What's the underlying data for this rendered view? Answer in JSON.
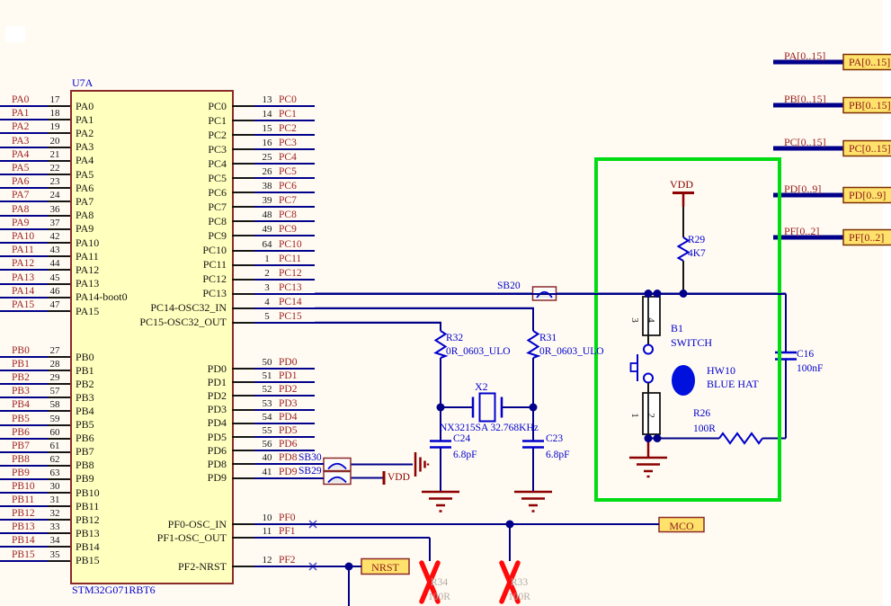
{
  "colors": {
    "background": "#FFFBF2",
    "wire": "#00008B",
    "pin_stub": "#151515",
    "net_text": "#9B1C1C",
    "designator_text": "#0000CD",
    "power_symbol": "#8B0000",
    "chip_fill": "#FFFFBE",
    "chip_border": "#8B2A2A",
    "highlight_green": "#00DC14",
    "tag_fill": "#FFE26B",
    "tag_border": "#7B3005",
    "no_fit_cross": "#FF0A0A",
    "gray_text": "#B3AAA4"
  },
  "chip": {
    "designator": "U7A",
    "part": "STM32G071RBT6",
    "pa": [
      {
        "net": "PA0",
        "num": "17",
        "name": "PA0"
      },
      {
        "net": "PA1",
        "num": "18",
        "name": "PA1"
      },
      {
        "net": "PA2",
        "num": "19",
        "name": "PA2"
      },
      {
        "net": "PA3",
        "num": "20",
        "name": "PA3"
      },
      {
        "net": "PA4",
        "num": "21",
        "name": "PA4"
      },
      {
        "net": "PA5",
        "num": "22",
        "name": "PA5"
      },
      {
        "net": "PA6",
        "num": "23",
        "name": "PA6"
      },
      {
        "net": "PA7",
        "num": "24",
        "name": "PA7"
      },
      {
        "net": "PA8",
        "num": "36",
        "name": "PA8"
      },
      {
        "net": "PA9",
        "num": "37",
        "name": "PA9"
      },
      {
        "net": "PA10",
        "num": "42",
        "name": "PA10"
      },
      {
        "net": "PA11",
        "num": "43",
        "name": "PA11"
      },
      {
        "net": "PA12",
        "num": "44",
        "name": "PA12"
      },
      {
        "net": "PA13",
        "num": "45",
        "name": "PA13"
      },
      {
        "net": "PA14",
        "num": "46",
        "name": "PA14-boot0"
      },
      {
        "net": "PA15",
        "num": "47",
        "name": "PA15"
      }
    ],
    "pb": [
      {
        "net": "PB0",
        "num": "27",
        "name": "PB0"
      },
      {
        "net": "PB1",
        "num": "28",
        "name": "PB1"
      },
      {
        "net": "PB2",
        "num": "29",
        "name": "PB2"
      },
      {
        "net": "PB3",
        "num": "57",
        "name": "PB3"
      },
      {
        "net": "PB4",
        "num": "58",
        "name": "PB4"
      },
      {
        "net": "PB5",
        "num": "59",
        "name": "PB5"
      },
      {
        "net": "PB6",
        "num": "60",
        "name": "PB6"
      },
      {
        "net": "PB7",
        "num": "61",
        "name": "PB7"
      },
      {
        "net": "PB8",
        "num": "62",
        "name": "PB8"
      },
      {
        "net": "PB9",
        "num": "63",
        "name": "PB9"
      },
      {
        "net": "PB10",
        "num": "30",
        "name": "PB10"
      },
      {
        "net": "PB11",
        "num": "31",
        "name": "PB11"
      },
      {
        "net": "PB12",
        "num": "32",
        "name": "PB12"
      },
      {
        "net": "PB13",
        "num": "33",
        "name": "PB13"
      },
      {
        "net": "PB14",
        "num": "34",
        "name": "PB14"
      },
      {
        "net": "PB15",
        "num": "35",
        "name": "PB15"
      }
    ],
    "pc": [
      {
        "net": "PC0",
        "num": "13",
        "name": "PC0"
      },
      {
        "net": "PC1",
        "num": "14",
        "name": "PC1"
      },
      {
        "net": "PC2",
        "num": "15",
        "name": "PC2"
      },
      {
        "net": "PC3",
        "num": "16",
        "name": "PC3"
      },
      {
        "net": "PC4",
        "num": "25",
        "name": "PC4"
      },
      {
        "net": "PC5",
        "num": "26",
        "name": "PC5"
      },
      {
        "net": "PC6",
        "num": "38",
        "name": "PC6"
      },
      {
        "net": "PC7",
        "num": "39",
        "name": "PC7"
      },
      {
        "net": "PC8",
        "num": "48",
        "name": "PC8"
      },
      {
        "net": "PC9",
        "num": "49",
        "name": "PC9"
      },
      {
        "net": "PC10",
        "num": "64",
        "name": "PC10"
      },
      {
        "net": "PC11",
        "num": "1",
        "name": "PC11"
      },
      {
        "net": "PC12",
        "num": "2",
        "name": "PC12"
      },
      {
        "net": "PC13",
        "num": "3",
        "name": "PC13"
      },
      {
        "net": "PC14",
        "num": "4",
        "name": "PC14-OSC32_IN"
      },
      {
        "net": "PC15",
        "num": "5",
        "name": "PC15-OSC32_OUT"
      }
    ],
    "pd": [
      {
        "net": "PD0",
        "num": "50",
        "name": "PD0"
      },
      {
        "net": "PD1",
        "num": "51",
        "name": "PD1"
      },
      {
        "net": "PD2",
        "num": "52",
        "name": "PD2"
      },
      {
        "net": "PD3",
        "num": "53",
        "name": "PD3"
      },
      {
        "net": "PD4",
        "num": "54",
        "name": "PD4"
      },
      {
        "net": "PD5",
        "num": "55",
        "name": "PD5"
      },
      {
        "net": "PD6",
        "num": "56",
        "name": "PD6"
      },
      {
        "net": "PD8",
        "num": "40",
        "name": "PD8"
      },
      {
        "net": "PD9",
        "num": "41",
        "name": "PD9"
      }
    ],
    "pf": [
      {
        "net": "PF0",
        "num": "10",
        "name": "PF0-OSC_IN"
      },
      {
        "net": "PF1",
        "num": "11",
        "name": "PF1-OSC_OUT"
      },
      {
        "net": "PF2",
        "num": "12",
        "name": "PF2-NRST"
      }
    ]
  },
  "buses": [
    {
      "label": "PA[0..15]",
      "port": "PA[0..15]"
    },
    {
      "label": "PB[0..15]",
      "port": "PB[0..15]"
    },
    {
      "label": "PC[0..15]",
      "port": "PC[0..15]"
    },
    {
      "label": "PD[0..9]",
      "port": "PD[0..9]"
    },
    {
      "label": "PF[0..2]",
      "port": "PF[0..2]"
    }
  ],
  "osc": {
    "sb20": "SB20",
    "r32_ref": "R32",
    "r32_val": "0R_0603_ULO",
    "r31_ref": "R31",
    "r31_val": "0R_0603_ULO",
    "x2_ref": "X2",
    "x2_val": "NX3215SA 32.768KHz",
    "c24_ref": "C24",
    "c24_val": "6.8pF",
    "c23_ref": "C23",
    "c23_val": "6.8pF"
  },
  "bridges": {
    "sb30": "SB30",
    "sb29": "SB29",
    "vdd": "VDD"
  },
  "sw": {
    "vdd": "VDD",
    "r29_ref": "R29",
    "r29_val": "4K7",
    "b1_ref": "B1",
    "b1_val": "SWITCH",
    "hw10_ref": "HW10",
    "hw10_val": "BLUE HAT",
    "r26_ref": "R26",
    "r26_val": "100R",
    "c16_ref": "C16",
    "c16_val": "100nF",
    "pin3": "3",
    "pin4": "4",
    "pin1": "1",
    "pin2": "2"
  },
  "bottom": {
    "mco": "MCO",
    "nrst": "NRST",
    "r34_ref": "R34",
    "r34_val": "100R",
    "r33_ref": "R33",
    "r33_val": "100R"
  }
}
